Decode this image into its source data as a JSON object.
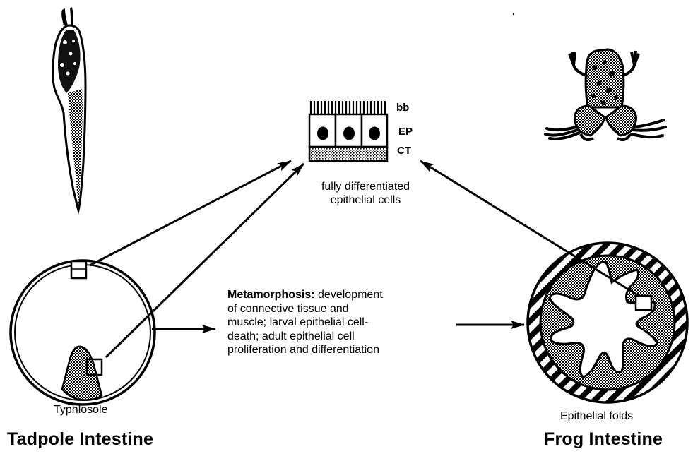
{
  "cell_diagram": {
    "labels": {
      "brush_border": "bb",
      "epithelium": "EP",
      "connective_tissue": "CT"
    },
    "caption_line1": "fully differentiated",
    "caption_line2": "epithelial cells",
    "cell_count": 3
  },
  "process": {
    "title": "Metamorphosis:",
    "description": " development\nof connective tissue and\nmuscle; larval epithelial cell-\ndeath; adult epithelial cell\nproliferation and differentiation"
  },
  "tadpole": {
    "structure_label": "Typhlosole",
    "title": "Tadpole Intestine",
    "illustration": "tadpole-illustration"
  },
  "frog": {
    "structure_label": "Epithelial folds",
    "title": "Frog Intestine",
    "illustration": "frog-illustration"
  },
  "colors": {
    "ink": "#000000",
    "paper": "#ffffff",
    "stipple": "#8a8a8a"
  }
}
